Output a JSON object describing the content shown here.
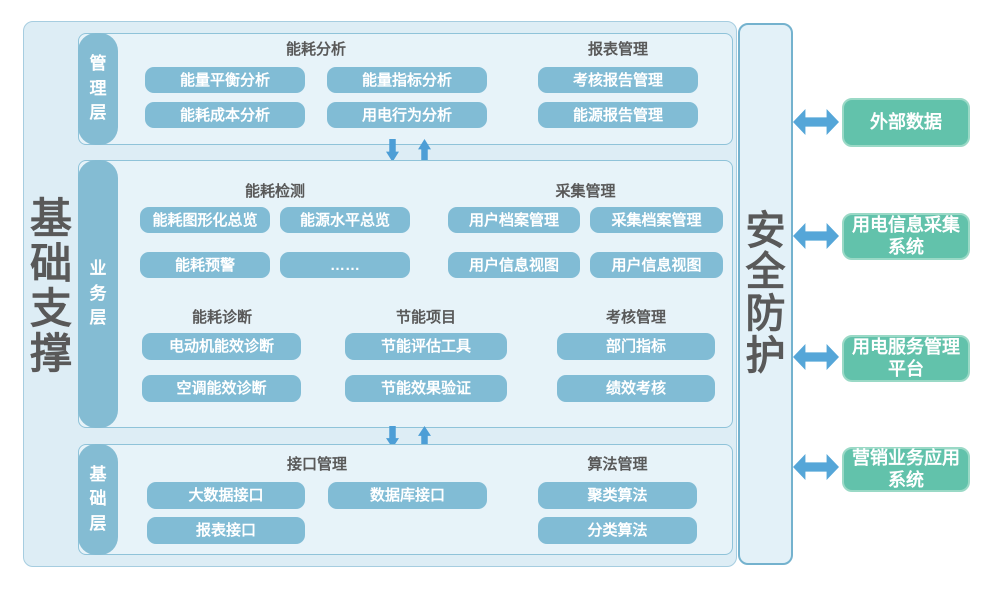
{
  "support_label": "基础支撑",
  "security_label": "安全防护",
  "layers": {
    "management": {
      "tab": "管理层",
      "groups": {
        "energy_analysis": {
          "title": "能耗分析",
          "items": [
            "能量平衡分析",
            "能量指标分析",
            "能耗成本分析",
            "用电行为分析"
          ]
        },
        "report_mgmt": {
          "title": "报表管理",
          "items": [
            "考核报告管理",
            "能源报告管理"
          ]
        }
      }
    },
    "business": {
      "tab": "业务层",
      "groups": {
        "energy_monitor": {
          "title": "能耗检测",
          "items": [
            "能耗图形化总览",
            "能源水平总览",
            "能耗预警",
            "……"
          ]
        },
        "collection_mgmt": {
          "title": "采集管理",
          "items": [
            "用户档案管理",
            "采集档案管理",
            "用户信息视图",
            "用户信息视图"
          ]
        },
        "energy_diagnosis": {
          "title": "能耗诊断",
          "items": [
            "电动机能效诊断",
            "空调能效诊断"
          ]
        },
        "energy_saving_projects": {
          "title": "节能项目",
          "items": [
            "节能评估工具",
            "节能效果验证"
          ]
        },
        "assessment_mgmt": {
          "title": "考核管理",
          "items": [
            "部门指标",
            "绩效考核"
          ]
        }
      }
    },
    "base": {
      "tab": "基础层",
      "groups": {
        "interface_mgmt": {
          "title": "接口管理",
          "items": [
            "大数据接口",
            "数据库接口",
            "报表接口"
          ]
        },
        "algorithm_mgmt": {
          "title": "算法管理",
          "items": [
            "聚类算法",
            "分类算法"
          ]
        }
      }
    }
  },
  "external_systems": [
    "外部数据",
    "用电信息采集\n系统",
    "用电服务管理\n平台",
    "营销业务应用\n系统"
  ],
  "colors": {
    "container_fill": "#ddedf5",
    "panel_fill": "#e7f3f9",
    "panel_border": "#8fc3d9",
    "tab_fill": "#84bcd3",
    "module_fill": "#81bcd5",
    "green_fill": "#62c2ab",
    "arrow_blue": "#4d9ed6",
    "dark_text": "#595959"
  }
}
